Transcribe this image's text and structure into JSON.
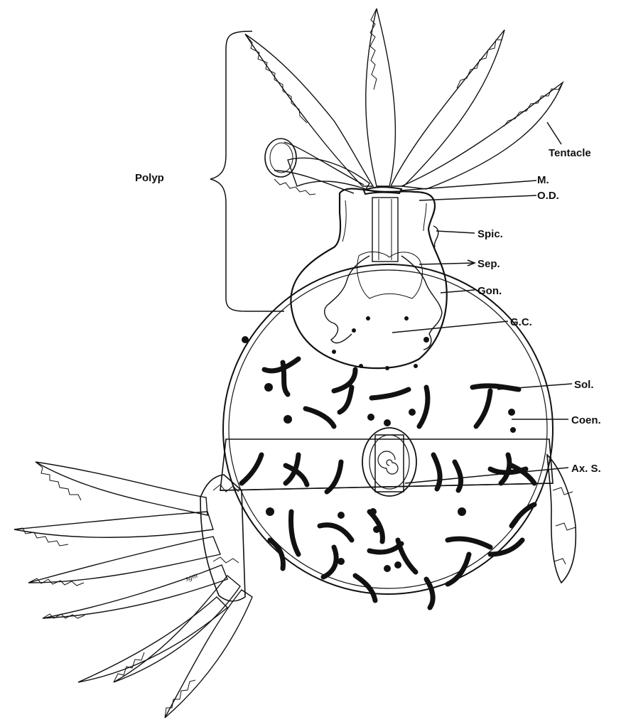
{
  "labels": {
    "polyp": "Polyp",
    "tentacle": "Tentacle",
    "mouth": "M.",
    "oral_disc": "O.D.",
    "spicules": "Spic.",
    "septum": "Sep.",
    "gonads": "Gon.",
    "gastric_cavity": "G.C.",
    "solenia": "Sol.",
    "coenenchyme": "Coen.",
    "axial_skeleton": "Ax. S."
  },
  "signature": "sgm"
}
